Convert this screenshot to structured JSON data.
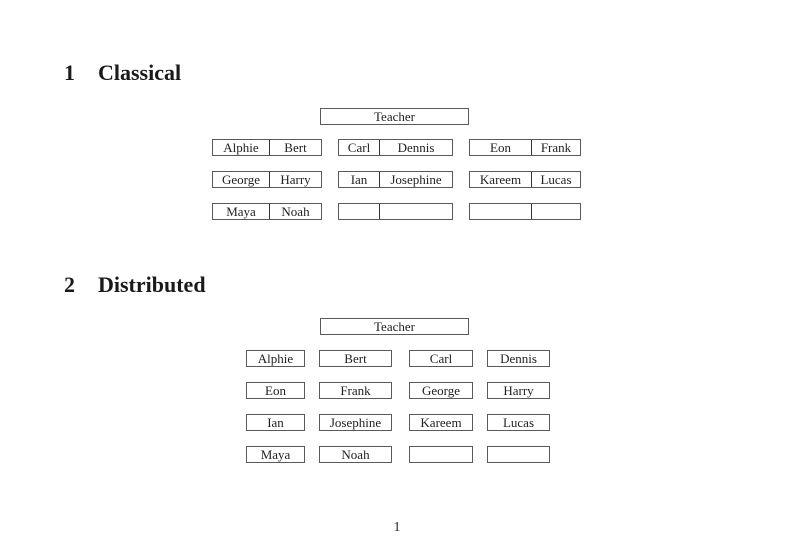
{
  "document": {
    "page_number": "1"
  },
  "sections": {
    "classical": {
      "number": "1",
      "title": "Classical"
    },
    "distributed": {
      "number": "2",
      "title": "Distributed"
    }
  },
  "classical": {
    "teacher": "Teacher",
    "rows": [
      [
        {
          "left": "Alphie",
          "right": "Bert"
        },
        {
          "left": "Carl",
          "right": "Dennis"
        },
        {
          "left": "Eon",
          "right": "Frank"
        }
      ],
      [
        {
          "left": "George",
          "right": "Harry"
        },
        {
          "left": "Ian",
          "right": "Josephine"
        },
        {
          "left": "Kareem",
          "right": "Lucas"
        }
      ],
      [
        {
          "left": "Maya",
          "right": "Noah"
        },
        {
          "left": "",
          "right": ""
        },
        {
          "left": "",
          "right": ""
        }
      ]
    ]
  },
  "distributed": {
    "teacher": "Teacher",
    "rows": [
      [
        "Alphie",
        "Bert",
        "Carl",
        "Dennis"
      ],
      [
        "Eon",
        "Frank",
        "George",
        "Harry"
      ],
      [
        "Ian",
        "Josephine",
        "Kareem",
        "Lucas"
      ],
      [
        "Maya",
        "Noah",
        "",
        ""
      ]
    ]
  }
}
